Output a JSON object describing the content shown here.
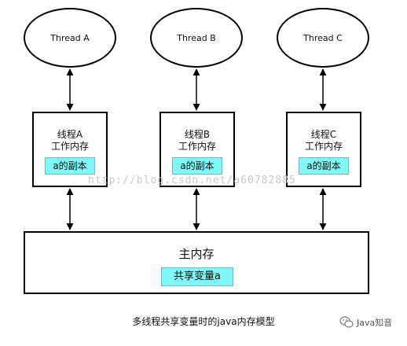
{
  "threads": [
    {
      "name": "Thread A",
      "mem_line1": "线程A",
      "mem_line2": "工作内存",
      "copy": "a的副本"
    },
    {
      "name": "Thread B",
      "mem_line1": "线程B",
      "mem_line2": "工作内存",
      "copy": "a的副本"
    },
    {
      "name": "Thread C",
      "mem_line1": "线程C",
      "mem_line2": "工作内存",
      "copy": "a的副本"
    }
  ],
  "main_memory": {
    "title": "主内存",
    "shared_var": "共享变量a"
  },
  "watermark": "http://blog.csdn.net/a60782885",
  "caption": "多线程共享变量时的java内存模型",
  "logo": {
    "text": "Java知音",
    "icon": "wechat-icon"
  },
  "colors": {
    "highlight": "#7ff8f6",
    "stroke": "#000000"
  }
}
